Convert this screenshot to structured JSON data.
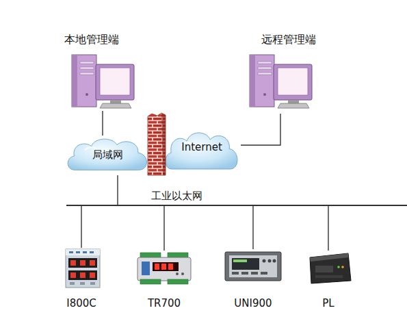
{
  "diagram": {
    "nodes": [
      {
        "text": [
          "本地管理端"
        ]
      },
      {
        "text": [
          "远程管理端"
        ]
      },
      {
        "text": [
          "局域网"
        ]
      },
      {
        "text": [
          "Internet"
        ]
      },
      {
        "text": [
          "工业以太网"
        ]
      },
      {
        "text": [
          "I800C"
        ]
      },
      {
        "text": [
          "TR700"
        ]
      },
      {
        "text": [
          "UNI900"
        ]
      },
      {
        "text": [
          "PL"
        ]
      }
    ],
    "edges": [
      {
        "from": 0,
        "to": 2,
        "arrow": "none"
      },
      {
        "from": 2,
        "to": 3,
        "arrow": "none"
      },
      {
        "from": 3,
        "to": 1,
        "arrow": "none"
      },
      {
        "from": 2,
        "to": 4,
        "arrow": "none"
      },
      {
        "from": 4,
        "to": 5,
        "arrow": "none"
      },
      {
        "from": 4,
        "to": 6,
        "arrow": "none"
      },
      {
        "from": 4,
        "to": 7,
        "arrow": "none"
      },
      {
        "from": 4,
        "to": 8,
        "arrow": "none"
      }
    ]
  }
}
